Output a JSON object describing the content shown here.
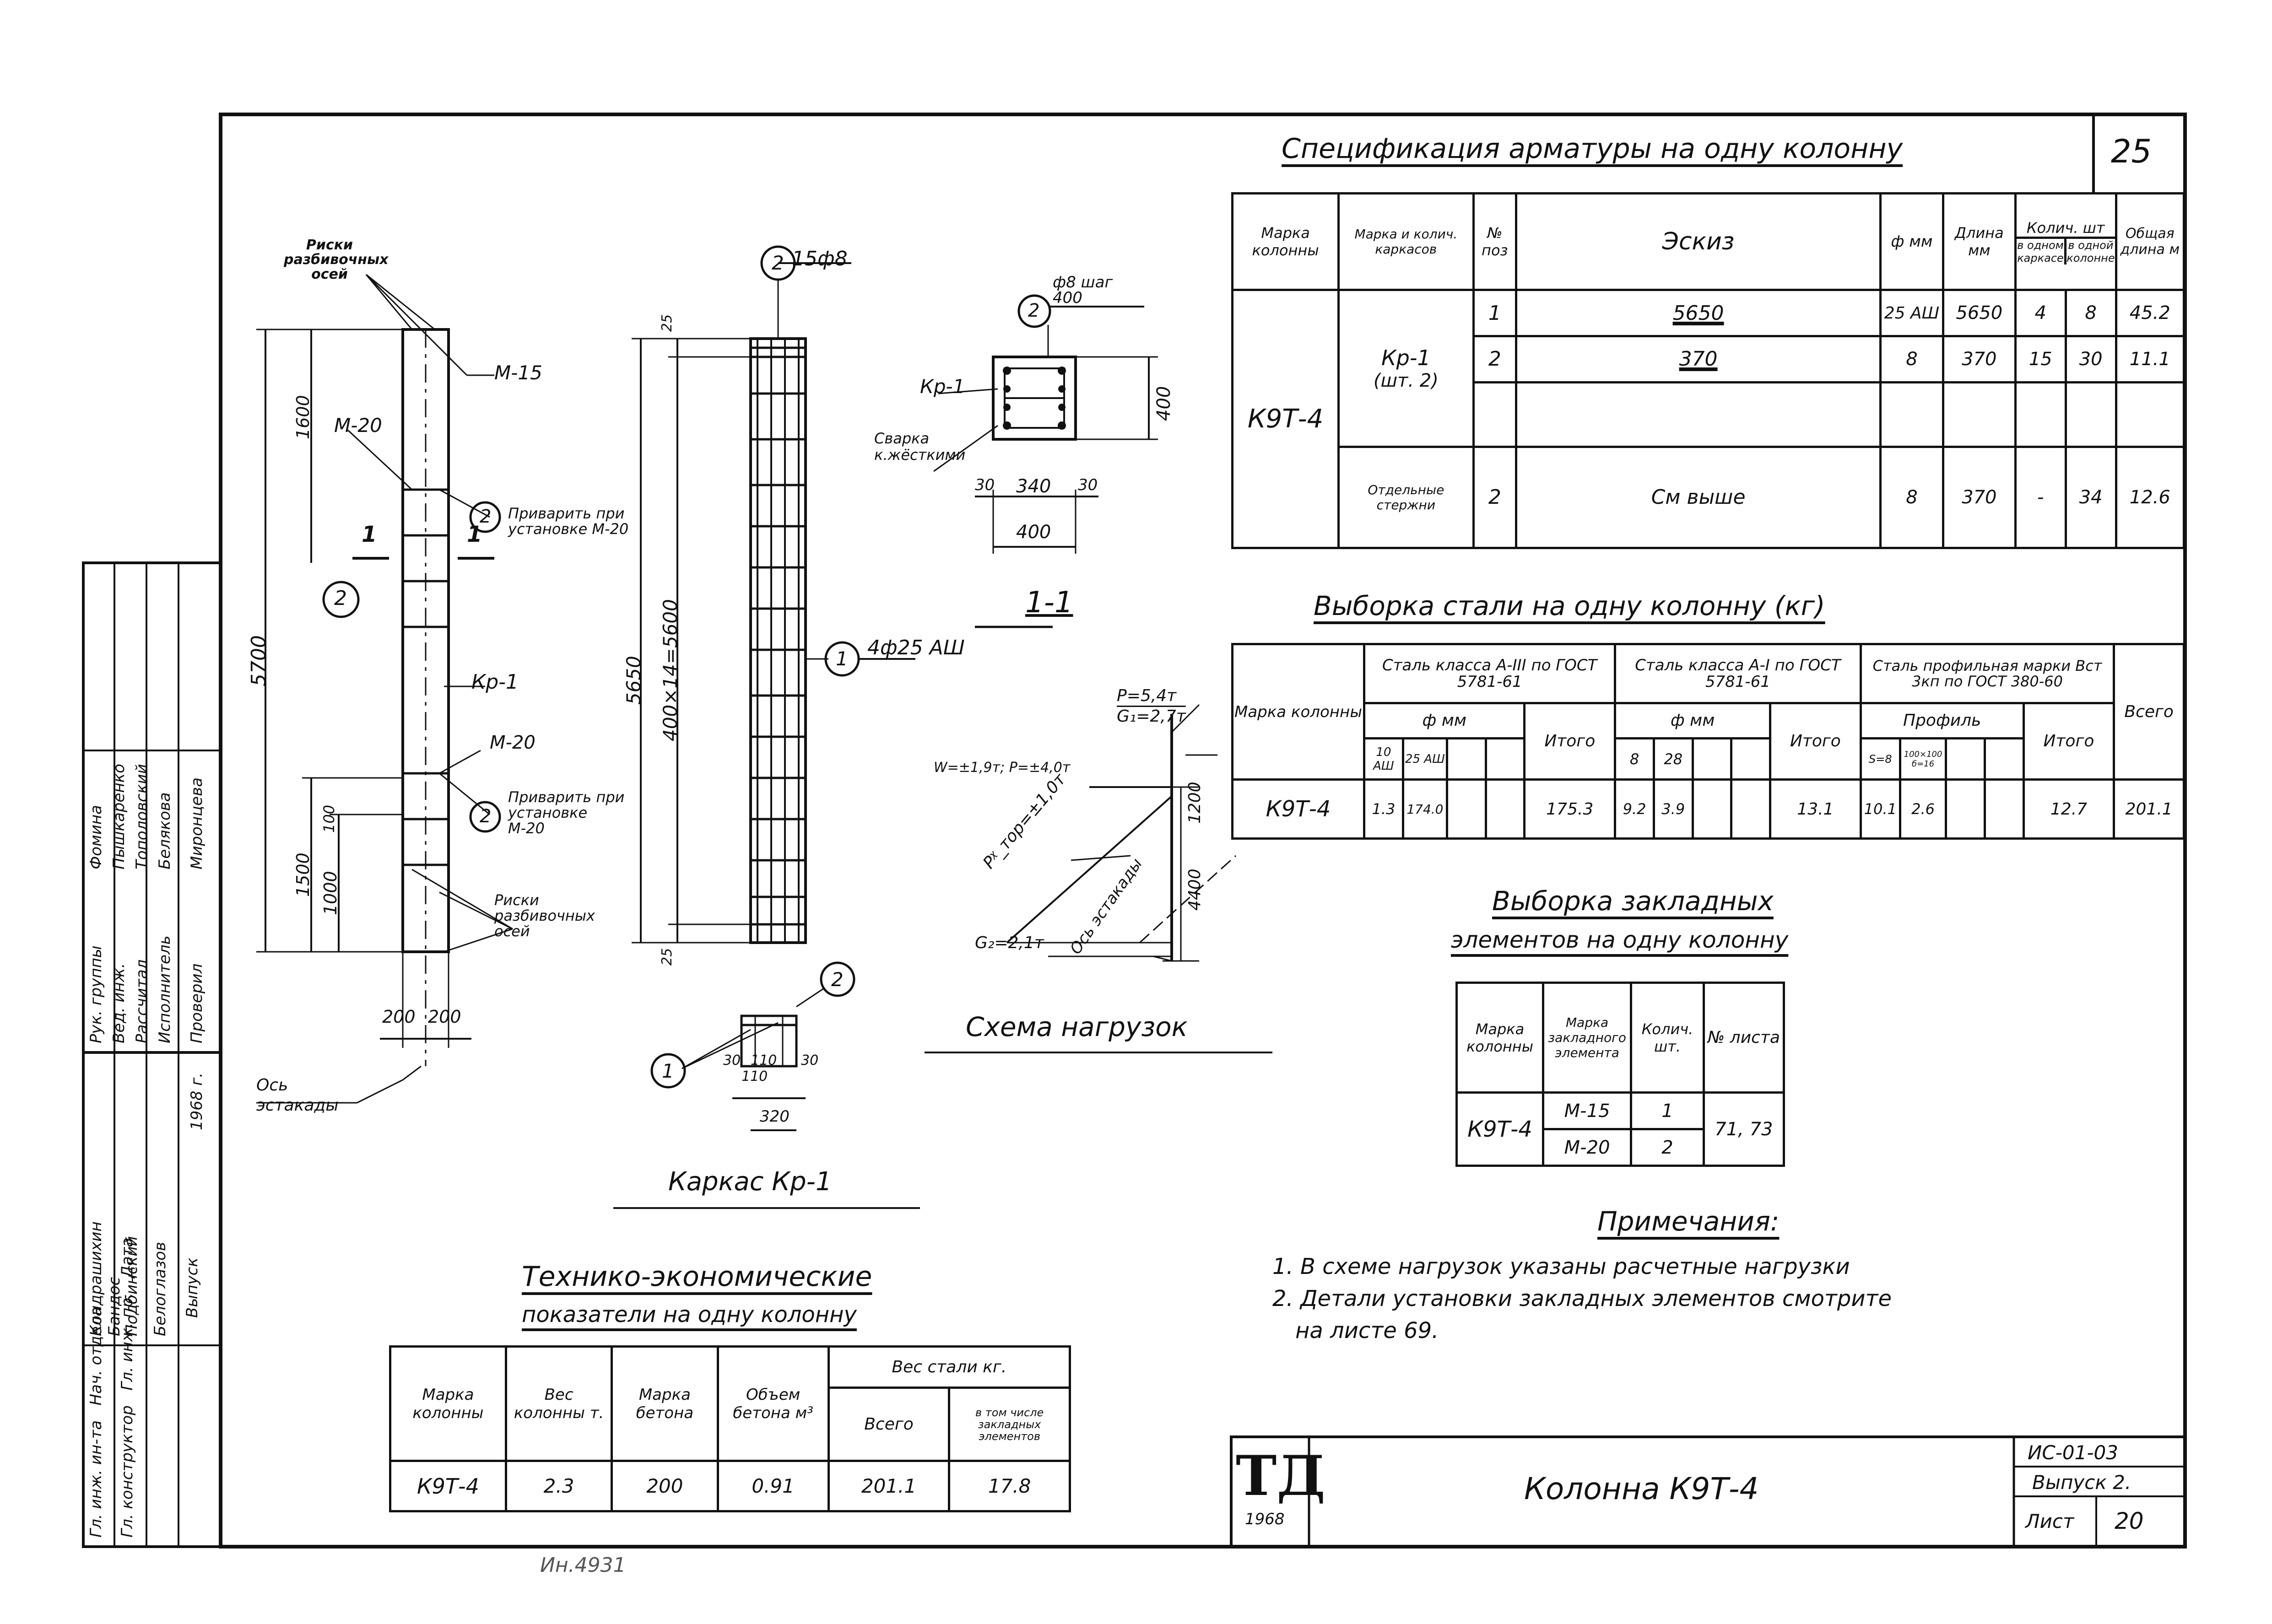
{
  "sheet": {
    "page_number": "25",
    "series": "ИС-01-03",
    "issue": "Выпуск 2.",
    "sheet_label": "Лист",
    "sheet_no": "20",
    "title": "Колонна К9Т-4",
    "logo_text": "ТД",
    "logo_year": "1968",
    "bottom_stamp": "Ин.4931"
  },
  "stamp": {
    "rows": [
      [
        "Гл. инж. ин-та",
        "Кондрашихин"
      ],
      [
        "Нач. отдела",
        "Бандос"
      ],
      [
        "Гл. конструктор",
        "Подбинский"
      ],
      [
        "Гл. инж. пр.",
        "Белоглазов"
      ],
      [
        "Дата",
        "Выпуск"
      ],
      [
        "Рук. группы",
        "Фомина"
      ],
      [
        "Вед. инж.",
        "Пышкаренко"
      ],
      [
        "Рассчитал",
        "Тополовский"
      ],
      [
        "Исполнитель",
        "Белякова"
      ],
      [
        "Проверил",
        "Миронцева"
      ]
    ],
    "year": "1968 г."
  },
  "column_elevation": {
    "labels": {
      "risks_top": "Риски разбивочных осей",
      "m15": "М-15",
      "m20_top": "М-20",
      "weld_top": "Приварить при установке М-20",
      "kr1": "Кр-1",
      "m20_bottom": "М-20",
      "weld_bottom": "Приварить при установке М-20",
      "risks_bottom": "Риски разбивочных осей",
      "axis": "Ось эстакады",
      "section_mark": "1"
    },
    "dims": {
      "total": "5700",
      "top": "1600",
      "bottom1": "1500",
      "bottom2": "1000",
      "small": "100",
      "w1": "200",
      "w2": "200"
    },
    "marks": {
      "pos2": "2"
    }
  },
  "cage": {
    "title": "Каркас Кр-1",
    "dims": {
      "len": "5650",
      "sum": "400×14=5600",
      "top": "25",
      "bottom": "25"
    },
    "callouts": {
      "pos2_label": "15ф8",
      "pos1_label": "4ф25 АШ",
      "pos1": "1",
      "pos2": "2"
    },
    "plan": {
      "d1": "30",
      "d2": "110",
      "d3": "110",
      "d4": "30",
      "total": "320"
    }
  },
  "section_1_1": {
    "title": "1-1",
    "label_kr": "Кр-1",
    "label_weld": "Сварка к.жёсткими",
    "callout": "ф8 шаг 400",
    "pos": "2",
    "dims": {
      "a": "30",
      "b": "340",
      "c": "30",
      "total": "400",
      "h": "400"
    }
  },
  "loads": {
    "title": "Схема нагрузок",
    "w": "W=±1,9т; P=±4,0т",
    "p": "Р=5,4т",
    "g1": "G₁=2,7т",
    "ptop": "Pᵡ_тор=±1,0т",
    "g2": "G₂=2,1т",
    "axis": "Ось эстакады",
    "h1": "1200",
    "h2": "4400"
  },
  "spec_rebar": {
    "title": "Спецификация арматуры на одну колонну",
    "headers": [
      "Марка колонны",
      "Марка и колич. каркасов",
      "№ поз",
      "Эскиз",
      "ф мм",
      "Длина мм",
      "Колич. шт",
      "в одном каркасе",
      "в одной колонне",
      "Общая длина м"
    ],
    "column_mark": "К9Т-4",
    "frame_mark": "Кр-1",
    "frame_qty": "(шт. 2)",
    "separate": "Отдельные стержни",
    "rows": [
      {
        "pos": "1",
        "sketch": "5650",
        "dia": "25 АШ",
        "len": "5650",
        "q1": "4",
        "q2": "8",
        "total": "45.2"
      },
      {
        "pos": "2",
        "sketch": "370",
        "dia": "8",
        "len": "370",
        "q1": "15",
        "q2": "30",
        "total": "11.1"
      },
      {
        "pos": "2",
        "sketch": "См выше",
        "dia": "8",
        "len": "370",
        "q1": "-",
        "q2": "34",
        "total": "12.6"
      }
    ]
  },
  "steel_sample": {
    "title": "Выборка стали на одну колонну (кг)",
    "headers": {
      "mark": "Марка колонны",
      "a3": "Сталь класса А-III по ГОСТ 5781-61",
      "a1": "Сталь класса А-I по ГОСТ 5781-61",
      "prof": "Сталь профильная марки Вст 3кп по ГОСТ 380-60",
      "total": "Всего",
      "phi": "ф мм",
      "itogo": "Итого",
      "profile": "Профиль",
      "sub_a3": [
        "10 АШ",
        "25 АШ"
      ],
      "sub_a1": [
        "8",
        "28"
      ],
      "sub_prof": [
        "S=8",
        "100×100 б=16"
      ]
    },
    "row": {
      "mark": "К9Т-4",
      "a3": [
        "1.3",
        "174.0"
      ],
      "a3_total": "175.3",
      "a1": [
        "9.2",
        "3.9"
      ],
      "a1_total": "13.1",
      "prof": [
        "10.1",
        "2.6"
      ],
      "prof_total": "12.7",
      "total": "201.1"
    }
  },
  "embedded": {
    "title1": "Выборка закладных",
    "title2": "элементов на одну колонну",
    "headers": [
      "Марка колонны",
      "Марка закладного элемента",
      "Колич. шт.",
      "№ листа"
    ],
    "mark": "К9Т-4",
    "rows": [
      {
        "el": "М-15",
        "qty": "1"
      },
      {
        "el": "М-20",
        "qty": "2"
      }
    ],
    "sheets": "71, 73"
  },
  "notes": {
    "title": "Примечания:",
    "items": [
      "1. В схеме нагрузок указаны расчетные нагрузки",
      "2. Детали установки закладных элементов смотрите",
      "на листе 69."
    ]
  },
  "tech_econ": {
    "title1": "Технико-экономические",
    "title2": "показатели на одну колонну",
    "headers": [
      "Марка колонны",
      "Вес колонны т.",
      "Марка бетона",
      "Объем бетона м³",
      "Вес стали кг.",
      "Всего",
      "в том числе закладных элементов"
    ],
    "row": {
      "mark": "К9Т-4",
      "weight": "2.3",
      "grade": "200",
      "volume": "0.91",
      "steel": "201.1",
      "embedded": "17.8"
    }
  }
}
